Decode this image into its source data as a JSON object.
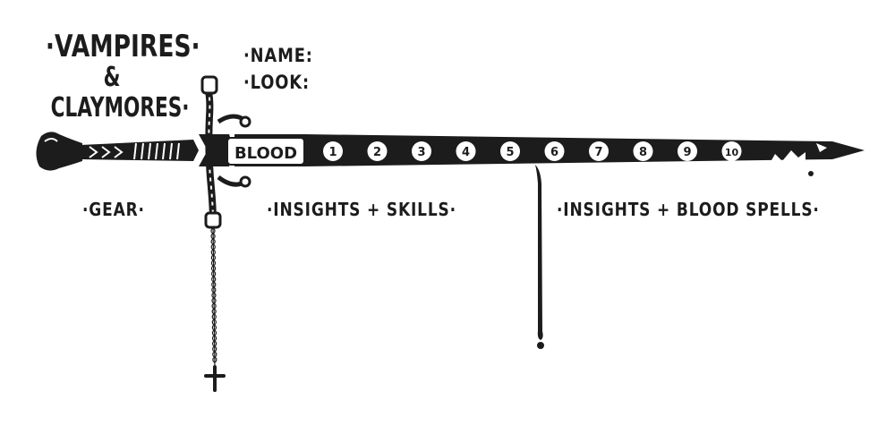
{
  "title": {
    "line1": "·VAMPIRES·",
    "line2": "& CLAYMORES·"
  },
  "fields": {
    "name": "·NAME:",
    "look": "·LOOK:"
  },
  "blood": {
    "label": "BLOOD",
    "track": [
      "1",
      "2",
      "3",
      "4",
      "5",
      "6",
      "7",
      "8",
      "9",
      "10"
    ]
  },
  "sections": {
    "gear": "·GEAR·",
    "insights_skills": "·INSIGHTS + SKILLS·",
    "insights_spells": "·INSIGHTS + BLOOD SPELLS·"
  },
  "colors": {
    "ink": "#1c1c1c",
    "paper": "#ffffff"
  }
}
